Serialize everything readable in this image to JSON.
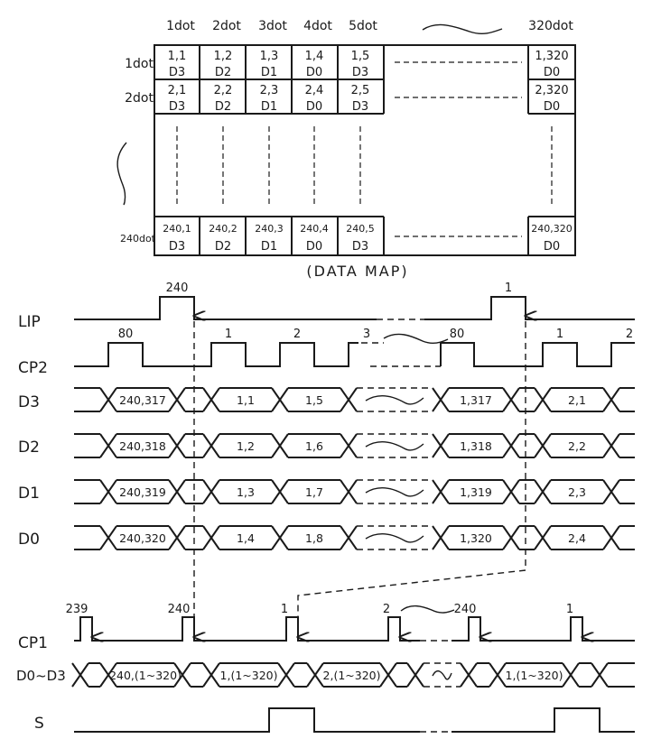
{
  "data_map": {
    "caption": "(DATA MAP)",
    "column_headers": [
      "1dot",
      "2dot",
      "3dot",
      "4dot",
      "5dot",
      "320dot"
    ],
    "row_headers": [
      "1dot",
      "2dot",
      "240dot"
    ],
    "rows": [
      {
        "cells": [
          [
            "1,1",
            "D3"
          ],
          [
            "1,2",
            "D2"
          ],
          [
            "1,3",
            "D1"
          ],
          [
            "1,4",
            "D0"
          ],
          [
            "1,5",
            "D3"
          ]
        ],
        "last": [
          "1,320",
          "D0"
        ]
      },
      {
        "cells": [
          [
            "2,1",
            "D3"
          ],
          [
            "2,2",
            "D2"
          ],
          [
            "2,3",
            "D1"
          ],
          [
            "2,4",
            "D0"
          ],
          [
            "2,5",
            "D3"
          ]
        ],
        "last": [
          "2,320",
          "D0"
        ]
      },
      {
        "cells": [
          [
            "240,1",
            "D3"
          ],
          [
            "240,2",
            "D2"
          ],
          [
            "240,3",
            "D1"
          ],
          [
            "240,4",
            "D0"
          ],
          [
            "240,5",
            "D3"
          ]
        ],
        "last": [
          "240,320",
          "D0"
        ]
      }
    ]
  },
  "timing_upper": {
    "signals": [
      "LIP",
      "CP2",
      "D3",
      "D2",
      "D1",
      "D0"
    ],
    "lip_pulse_labels": [
      "240",
      "1"
    ],
    "cp2_pulse_labels": [
      "80",
      "1",
      "2",
      "3",
      "80",
      "1",
      "2"
    ],
    "buses": {
      "D3": [
        "240,317",
        "1,1",
        "1,5",
        "1,317",
        "2,1"
      ],
      "D2": [
        "240,318",
        "1,2",
        "1,6",
        "1,318",
        "2,2"
      ],
      "D1": [
        "240,319",
        "1,3",
        "1,7",
        "1,319",
        "2,3"
      ],
      "D0": [
        "240,320",
        "1,4",
        "1,8",
        "1,320",
        "2,4"
      ]
    }
  },
  "timing_lower": {
    "signals": [
      "CP1",
      "D0~D3",
      "S"
    ],
    "cp1_pulse_labels": [
      "239",
      "240",
      "1",
      "2",
      "240",
      "1"
    ],
    "bus_values": [
      "240,(1~320)",
      "1,(1~320)",
      "2,(1~320)",
      "1,(1~320)"
    ]
  }
}
